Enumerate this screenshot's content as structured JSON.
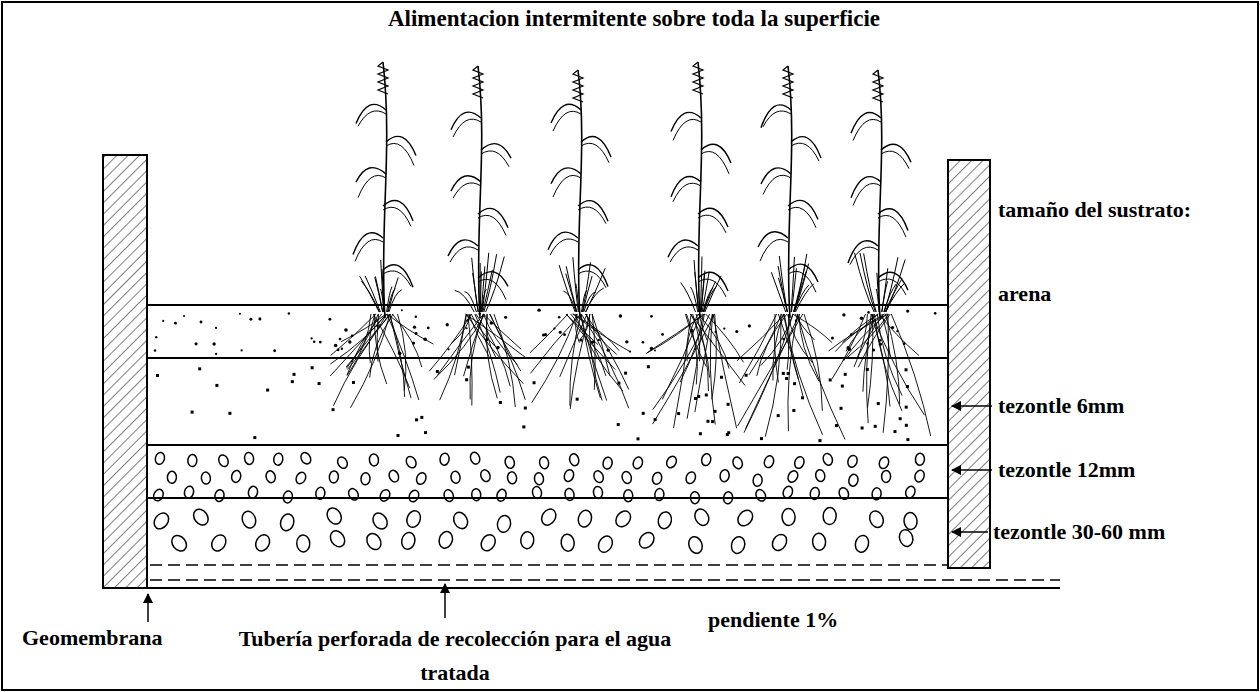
{
  "diagram": {
    "title": "Alimentacion intermitente sobre toda la superficie",
    "labels": [
      "tamaño del sustrato:",
      "arena",
      "tezontle 6mm",
      "tezontle 12mm",
      "tezontle 30-60 mm",
      "Geomembrana",
      "Tubería perforada de recolección para el agua tratada",
      "pendiente 1%"
    ]
  }
}
